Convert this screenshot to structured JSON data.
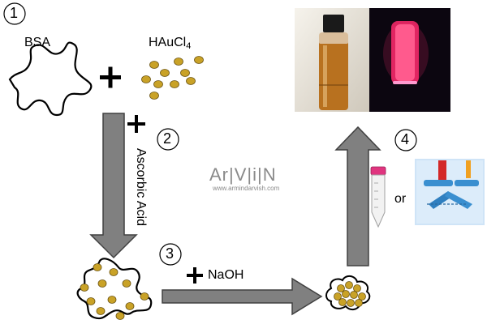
{
  "steps": {
    "one": "1",
    "two": "2",
    "three": "3",
    "four": "4"
  },
  "labels": {
    "bsa": "BSA",
    "gold_salt": "HAuCl",
    "gold_salt_sub": "4",
    "reagent_step2": "Ascorbic Acid",
    "reagent_step3": "NaOH",
    "alternative": "or"
  },
  "watermark": {
    "logo": "Ar|V|i|N",
    "url": "www.armindarvish.com"
  },
  "colors": {
    "gold_particle": "#c9a227",
    "particle_outline": "#6b5312",
    "arrow_fill": "#808080",
    "arrow_stroke": "#404040",
    "fluorescence": "#ff2a6d",
    "gel_blue": "#3a8fd0",
    "gel_background": "#cfe4f7"
  },
  "icons": [
    "plus-icon",
    "protein-icon",
    "gold-particles-icon",
    "down-arrow-icon",
    "right-arrow-icon",
    "up-arrow-icon",
    "centrifuge-tube-icon",
    "dialysis-cassette-icon"
  ]
}
